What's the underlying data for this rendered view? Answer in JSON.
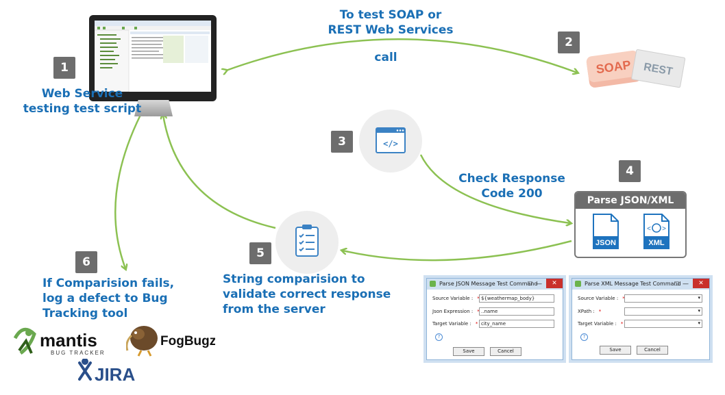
{
  "steps": {
    "s1": {
      "num": "1",
      "lines": [
        "Web Service",
        "testing test script"
      ]
    },
    "s2": {
      "num": "2"
    },
    "s3": {
      "num": "3"
    },
    "s4": {
      "num": "4",
      "title": "Parse JSON/XML",
      "json_label": "JSON",
      "xml_label": "XML"
    },
    "s5": {
      "num": "5",
      "lines": [
        "String comparision to",
        "validate correct response",
        "from the server"
      ]
    },
    "s6": {
      "num": "6",
      "lines": [
        "If Comparision fails,",
        "log a defect to Bug",
        "Tracking tool"
      ]
    }
  },
  "top_label": [
    "To test SOAP or",
    "REST Web Services"
  ],
  "call_label": "call",
  "check_label": [
    "Check Response",
    "Code 200"
  ],
  "soap_text": "SOAP",
  "rest_text": "REST",
  "code_icon": "</>",
  "logos": {
    "mantis": {
      "name": "mantis",
      "tag": "BUG TRACKER"
    },
    "fogbugz": "FogBugz",
    "jira": "JIRA"
  },
  "json_dialog": {
    "title": "Parse JSON Message Test Command",
    "fields": [
      {
        "label": "Source Variable :",
        "value": "${weathermap_body}"
      },
      {
        "label": "Json Expression :",
        "value": "..name"
      },
      {
        "label": "Target Variable :",
        "value": "city_name"
      }
    ],
    "save": "Save",
    "cancel": "Cancel"
  },
  "xml_dialog": {
    "title": "Parse XML Message Test Command",
    "fields": [
      {
        "label": "Source Variable :",
        "value": ""
      },
      {
        "label": "XPath :",
        "value": ""
      },
      {
        "label": "Target Variable :",
        "value": ""
      }
    ],
    "save": "Save",
    "cancel": "Cancel"
  },
  "colors": {
    "arrow": "#8cc152",
    "text_blue": "#1a6fb5",
    "badge": "#6d6d6d",
    "json_blue": "#1e73be"
  }
}
